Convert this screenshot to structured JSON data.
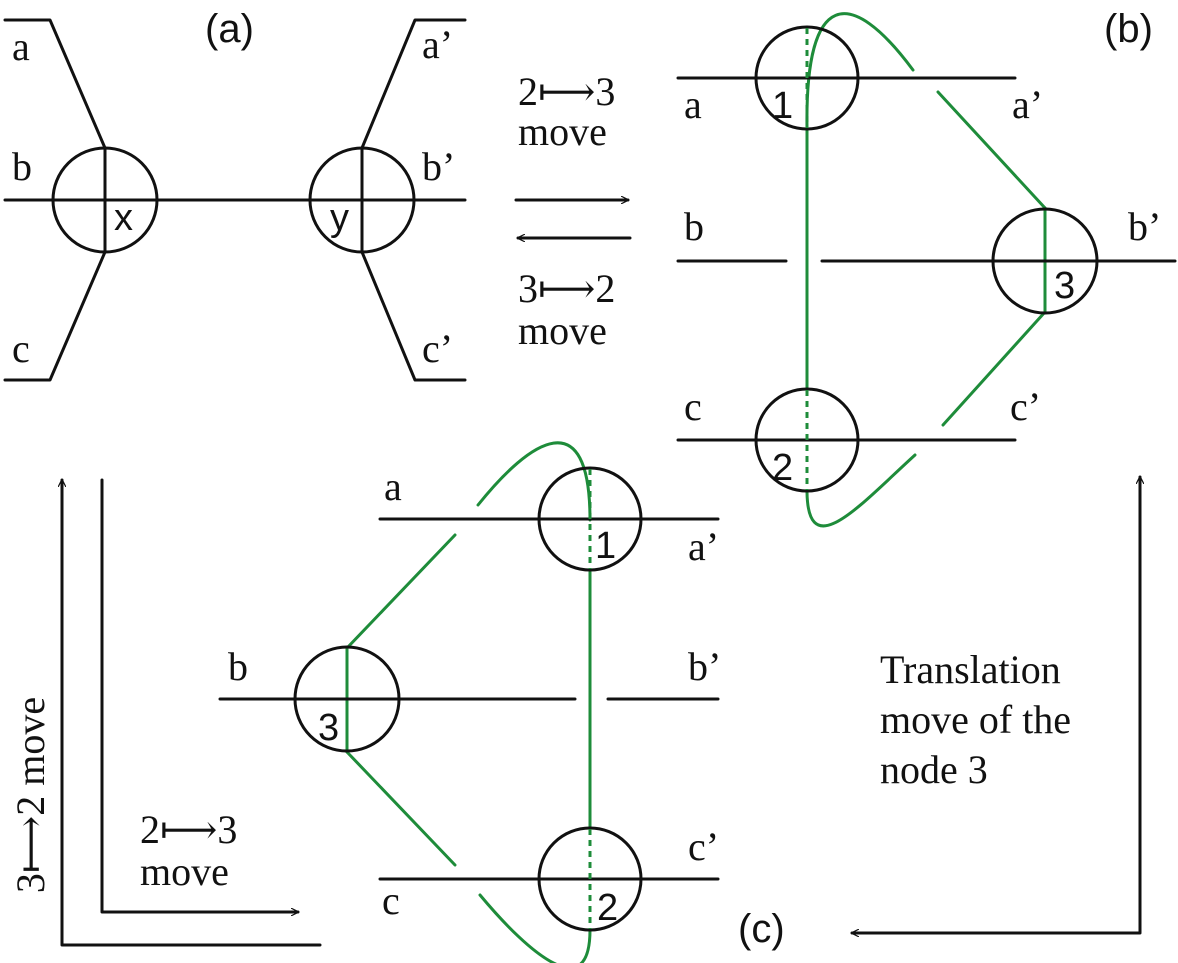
{
  "colors": {
    "ink": "#111111",
    "green_curve": "#1e8c3a",
    "background": "#ffffff"
  },
  "panels": {
    "a": "(a)",
    "b": "(b)",
    "c": "(c)"
  },
  "strand_labels": {
    "a": "a",
    "b": "b",
    "c": "c",
    "a_prime": "a’",
    "b_prime": "b’",
    "c_prime": "c’"
  },
  "node_labels": {
    "x": "x",
    "y": "y",
    "n1": "1",
    "n2": "2",
    "n3": "3"
  },
  "moves": {
    "ab_top_l1": "2⟼3",
    "ab_top_l2": "move",
    "ab_bottom_l1": "3⟼2",
    "ab_bottom_l2": "move",
    "ac_vertical": "3⟼2 move",
    "ac_horizontal_l1": "2⟼3",
    "ac_horizontal_l2": "move",
    "translation_l1": "Translation",
    "translation_l2": "move of the",
    "translation_l3": "node 3"
  }
}
